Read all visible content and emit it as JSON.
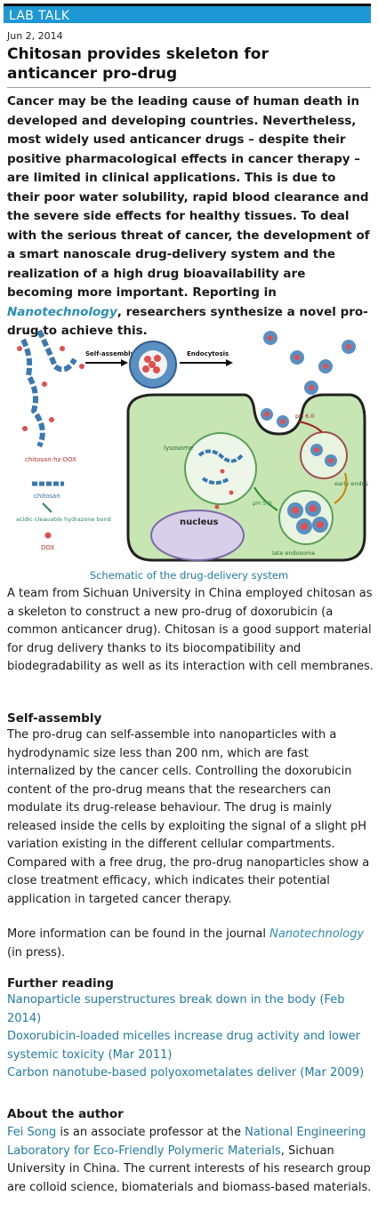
{
  "section_label": "LAB TALK",
  "date": "Jun 2, 2014",
  "title": "Chitosan provides skeleton for anticancer pro-drug",
  "intro": {
    "part1": "Cancer may be the leading cause of human death in developed and developing countries. Nevertheless, most widely used anticancer drugs – despite their positive pharmacological effects in cancer therapy – are limited in clinical applications. This is due to their poor water solubility, rapid blood clearance and the severe side effects for healthy tissues. To deal with the serious threat of cancer, the development of a smart nanoscale drug-delivery system and the realization of a high drug bioavailability are becoming more important. Reporting in ",
    "journal": "Nanotechnology",
    "part2": ", researchers synthesize a novel pro-drug to achieve this."
  },
  "figure": {
    "labels": {
      "self_assembly": "Self-assembly",
      "endocytosis": "Endocytosis",
      "chitosan_hz_dox": "chitosan-hz-DOX",
      "chitosan": "chitosan",
      "bond": "acidic cleavable hydrazone bond",
      "dox": "DOX",
      "lysosome": "lysosome",
      "nucleus": "nucleus",
      "early_endosome": "early endosome",
      "late_endosome": "late endosome",
      "ph60": "pH 6.0",
      "ph50": "pH 5.0"
    },
    "caption": "Schematic of the drug-delivery system"
  },
  "para1": "A team from Sichuan University in China employed chitosan as a skeleton to construct a new pro-drug of doxorubicin (a common anticancer drug). Chitosan is a good support material for drug delivery thanks to its biocompatibility and biodegradability as well as its interaction with cell membranes.",
  "heading_self_assembly": "Self-assembly",
  "para2": "The pro-drug can self-assemble into nanoparticles with a hydrodynamic size less than 200 nm, which are fast internalized by the cancer cells. Controlling the doxorubicin content of the pro-drug means that the researchers can modulate its drug-release behaviour. The drug is mainly released inside the cells by exploiting the signal of a slight pH variation existing in the different cellular compartments. Compared with a free drug, the pro-drug nanoparticles show a close treatment efficacy, which indicates their potential application in targeted cancer therapy.",
  "more_info": {
    "prefix": "More information can be found in the journal ",
    "journal": "Nanotechnology",
    "suffix": " (in press)."
  },
  "further_reading": {
    "heading": "Further reading",
    "items": [
      "Nanoparticle superstructures break down in the body (Feb 2014)",
      "Doxorubicin-loaded micelles increase drug activity and lower systemic toxicity (Mar 2011)",
      "Carbon nanotube-based polyoxometalates deliver (Mar 2009)"
    ]
  },
  "about": {
    "heading": "About the author",
    "author": "Fei Song",
    "text1": " is an associate professor at the ",
    "lab": "National Engineering Laboratory for Eco-Friendly Polymeric Materials",
    "text2": ", Sichuan University in China. The current interests of his research group are colloid science, biomaterials and biomass-based materials."
  },
  "colors": {
    "bar": "#1e98d4",
    "link": "#1e7ea8",
    "cell_fill": "#c8e6b4",
    "nucleus_fill": "#d8d0ea",
    "particle_blue": "#4a86b8",
    "particle_red": "#e05050"
  }
}
